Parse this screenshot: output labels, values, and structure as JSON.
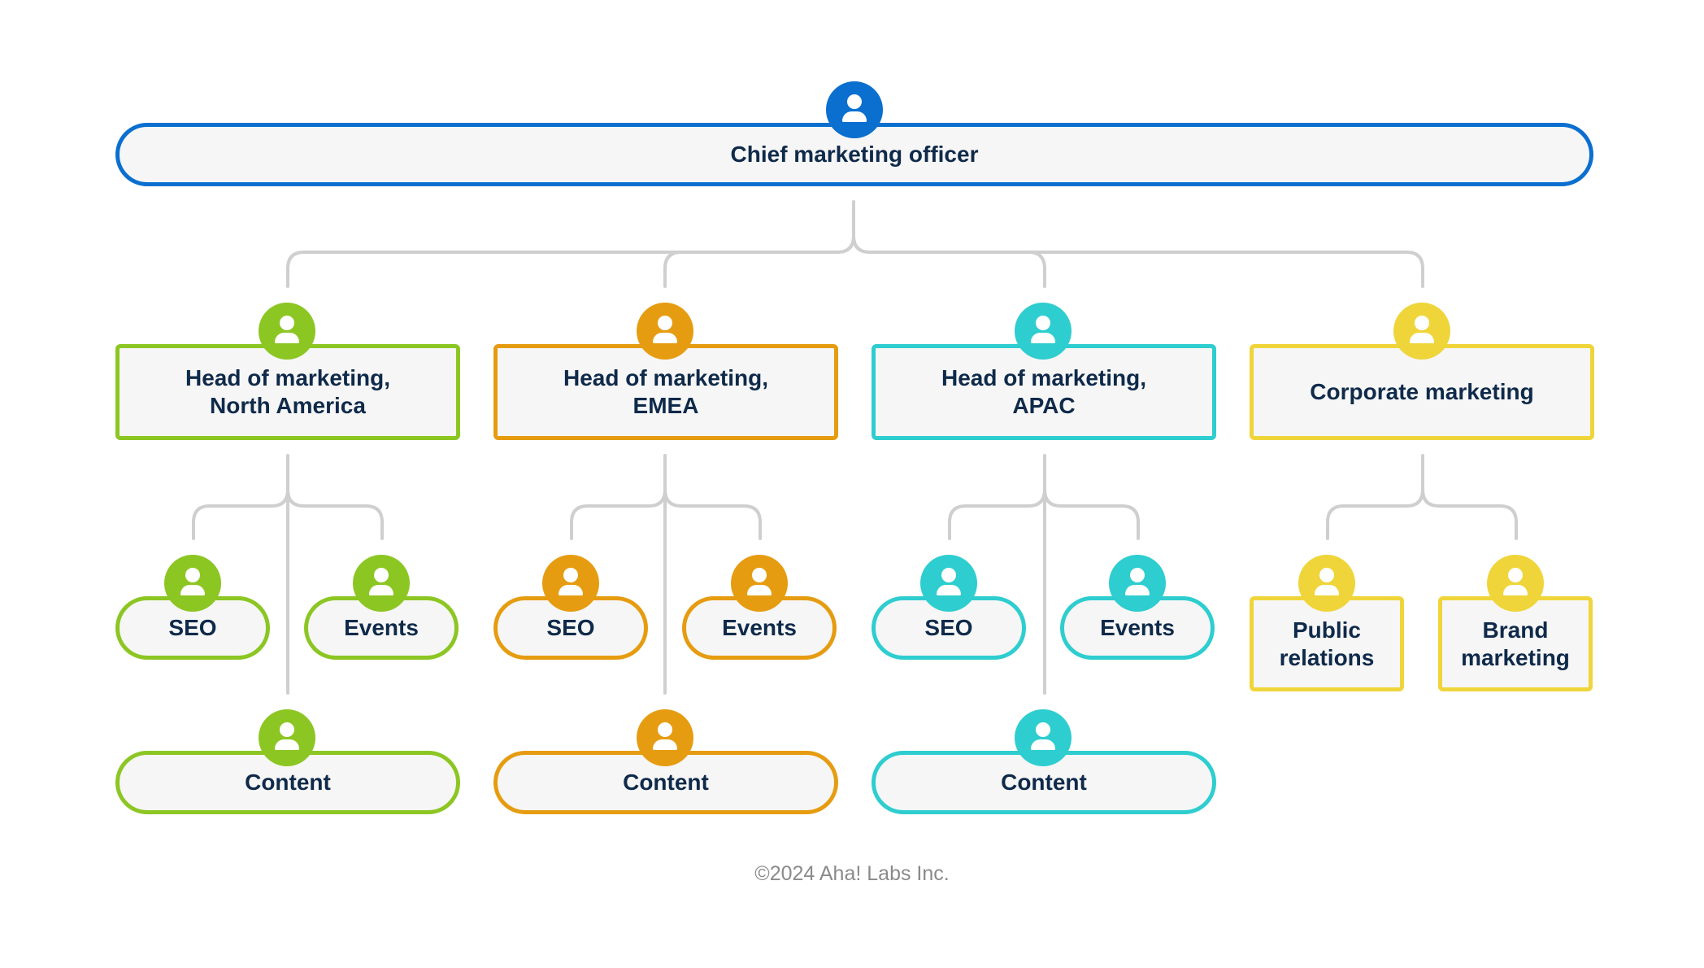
{
  "colors": {
    "blue": "#0a6fcf",
    "green": "#8cc623",
    "orange": "#e69c11",
    "teal": "#2ecdcf",
    "yellow": "#efd53a",
    "connector": "#cfcfcf",
    "text": "#0f2a4a"
  },
  "icons": {
    "avatar": "person-icon"
  },
  "chart": {
    "root": {
      "label": "Chief marketing officer",
      "color": "blue"
    },
    "regions": [
      {
        "label": "Head of marketing,\nNorth America",
        "color": "green",
        "children": [
          "SEO",
          "Events"
        ],
        "content": "Content"
      },
      {
        "label": "Head of marketing,\nEMEA",
        "color": "orange",
        "children": [
          "SEO",
          "Events"
        ],
        "content": "Content"
      },
      {
        "label": "Head of marketing,\nAPAC",
        "color": "teal",
        "children": [
          "SEO",
          "Events"
        ],
        "content": "Content"
      },
      {
        "label": "Corporate marketing",
        "color": "yellow",
        "children": [
          "Public\nrelations",
          "Brand\nmarketing"
        ]
      }
    ]
  },
  "footer": {
    "text": "©2024 Aha! Labs Inc."
  }
}
